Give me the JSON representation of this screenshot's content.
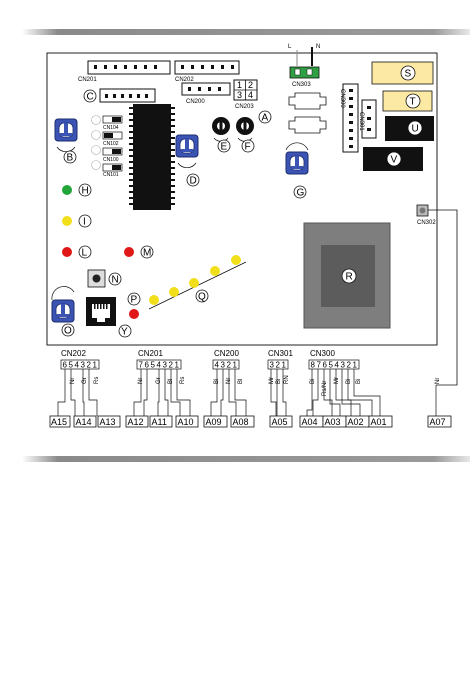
{
  "colors": {
    "rule_dark": "#8a8a8a",
    "rule_light": "#e4e4e4",
    "pot_blue": "#3b54b4",
    "led_green": "#22a53a",
    "led_yellow": "#f2df1c",
    "led_red": "#e01818",
    "cream": "#fbe9a4",
    "transformer_outer": "#7e7e7e",
    "transformer_inner": "#5c5c5c",
    "terminal_green": "#2ea043"
  },
  "power": {
    "live": "L",
    "neutral": "N",
    "connector": "CN303"
  },
  "connectors": {
    "cn201": "CN201",
    "cn202": "CN202",
    "cn200": "CN200",
    "cn203": "CN203",
    "cn300": "CN300",
    "cn301": "CN301",
    "cn302": "CN302",
    "cn104": "CN104",
    "cn102": "CN102",
    "cn100": "CN100",
    "cn101": "CN101"
  },
  "cn203_pins": [
    "1",
    "2",
    "3",
    "4"
  ],
  "letters": {
    "a": "A",
    "b": "B",
    "c": "C",
    "d": "D",
    "e": "E",
    "f": "F",
    "g": "G",
    "h": "H",
    "i": "I",
    "l": "L",
    "m": "M",
    "n": "N",
    "o": "O",
    "p": "P",
    "q": "Q",
    "r": "R",
    "s": "S",
    "t": "T",
    "u": "U",
    "v": "V",
    "y": "Y"
  },
  "bottom_groups": [
    {
      "title": "CN202",
      "pins": [
        "6",
        "5",
        "4",
        "3",
        "2",
        "1"
      ],
      "wires": [
        "Nr",
        "Gr",
        "Rs"
      ],
      "outputs": [
        "A15",
        "A14",
        "A13"
      ]
    },
    {
      "title": "CN201",
      "pins": [
        "7",
        "6",
        "5",
        "4",
        "3",
        "2",
        "1"
      ],
      "wires": [
        "Nr",
        "Gr",
        "Bl",
        "Rs"
      ],
      "outputs": [
        "A12",
        "A11",
        "A10"
      ]
    },
    {
      "title": "CN200",
      "pins": [
        "4",
        "3",
        "2",
        "1"
      ],
      "wires": [
        "Bi",
        "Nr",
        "Bl"
      ],
      "outputs": [
        "A09",
        "A08"
      ]
    },
    {
      "title": "CN301",
      "pins": [
        "3",
        "2",
        "1"
      ],
      "wires": [
        "Mr",
        "Bi",
        "RN"
      ],
      "outputs": [
        "A05"
      ]
    },
    {
      "title": "CN300",
      "pins": [
        "8",
        "7",
        "6",
        "5",
        "4",
        "3",
        "2",
        "1"
      ],
      "wires": [
        "Bi",
        "Rs/Nr",
        "Mr",
        "Bi",
        "Bi"
      ],
      "outputs": [
        "A04",
        "A03",
        "A02",
        "A01"
      ]
    },
    {
      "title": "",
      "pins": [],
      "wires": [
        "Nr"
      ],
      "outputs": [
        "A07"
      ]
    }
  ]
}
